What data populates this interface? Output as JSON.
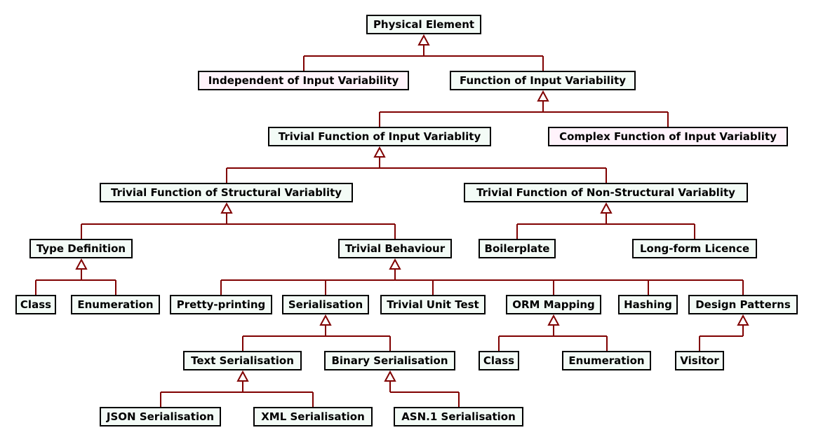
{
  "diagram": {
    "edge_color": "#800000",
    "node_border_color": "#000000",
    "node_fill": "#f3fbf6",
    "node_fill_alt": "#fff3fb",
    "nodes": [
      {
        "id": "physical-element",
        "label": "Physical Element"
      },
      {
        "id": "independent-of-input-variability",
        "label": "Independent of Input Variability",
        "highlight": true
      },
      {
        "id": "function-of-input-variability",
        "label": "Function of Input Variability"
      },
      {
        "id": "trivial-function-of-input-variability",
        "label": "Trivial Function of Input Variablity"
      },
      {
        "id": "complex-function-of-input-variability",
        "label": "Complex Function of Input Variablity",
        "highlight": true
      },
      {
        "id": "trivial-function-of-structural-variability",
        "label": "Trivial Function of Structural Variablity"
      },
      {
        "id": "trivial-function-of-non-structural-variability",
        "label": "Trivial Function of Non-Structural Variablity"
      },
      {
        "id": "type-definition",
        "label": "Type Definition"
      },
      {
        "id": "trivial-behaviour",
        "label": "Trivial Behaviour"
      },
      {
        "id": "boilerplate",
        "label": "Boilerplate"
      },
      {
        "id": "long-form-licence",
        "label": "Long-form Licence"
      },
      {
        "id": "class",
        "label": "Class"
      },
      {
        "id": "enumeration",
        "label": "Enumeration"
      },
      {
        "id": "pretty-printing",
        "label": "Pretty-printing"
      },
      {
        "id": "serialisation",
        "label": "Serialisation"
      },
      {
        "id": "trivial-unit-test",
        "label": "Trivial Unit Test"
      },
      {
        "id": "orm-mapping",
        "label": "ORM Mapping"
      },
      {
        "id": "hashing",
        "label": "Hashing"
      },
      {
        "id": "design-patterns",
        "label": "Design Patterns"
      },
      {
        "id": "text-serialisation",
        "label": "Text Serialisation"
      },
      {
        "id": "binary-serialisation",
        "label": "Binary Serialisation"
      },
      {
        "id": "orm-class",
        "label": "Class"
      },
      {
        "id": "orm-enumeration",
        "label": "Enumeration"
      },
      {
        "id": "visitor",
        "label": "Visitor"
      },
      {
        "id": "json-serialisation",
        "label": "JSON Serialisation"
      },
      {
        "id": "xml-serialisation",
        "label": "XML Serialisation"
      },
      {
        "id": "asn1-serialisation",
        "label": "ASN.1 Serialisation"
      }
    ],
    "edges": [
      {
        "parent": "physical-element",
        "children": [
          "independent-of-input-variability",
          "function-of-input-variability"
        ]
      },
      {
        "parent": "function-of-input-variability",
        "children": [
          "trivial-function-of-input-variability",
          "complex-function-of-input-variability"
        ]
      },
      {
        "parent": "trivial-function-of-input-variability",
        "children": [
          "trivial-function-of-structural-variability",
          "trivial-function-of-non-structural-variability"
        ]
      },
      {
        "parent": "trivial-function-of-structural-variability",
        "children": [
          "type-definition",
          "trivial-behaviour"
        ]
      },
      {
        "parent": "trivial-function-of-non-structural-variability",
        "children": [
          "boilerplate",
          "long-form-licence"
        ]
      },
      {
        "parent": "type-definition",
        "children": [
          "class",
          "enumeration"
        ]
      },
      {
        "parent": "trivial-behaviour",
        "children": [
          "pretty-printing",
          "serialisation",
          "trivial-unit-test",
          "orm-mapping",
          "hashing",
          "design-patterns"
        ]
      },
      {
        "parent": "serialisation",
        "children": [
          "text-serialisation",
          "binary-serialisation"
        ]
      },
      {
        "parent": "orm-mapping",
        "children": [
          "orm-class",
          "orm-enumeration"
        ]
      },
      {
        "parent": "design-patterns",
        "children": [
          "visitor"
        ]
      },
      {
        "parent": "text-serialisation",
        "children": [
          "json-serialisation",
          "xml-serialisation"
        ]
      },
      {
        "parent": "binary-serialisation",
        "children": [
          "asn1-serialisation"
        ]
      }
    ]
  }
}
